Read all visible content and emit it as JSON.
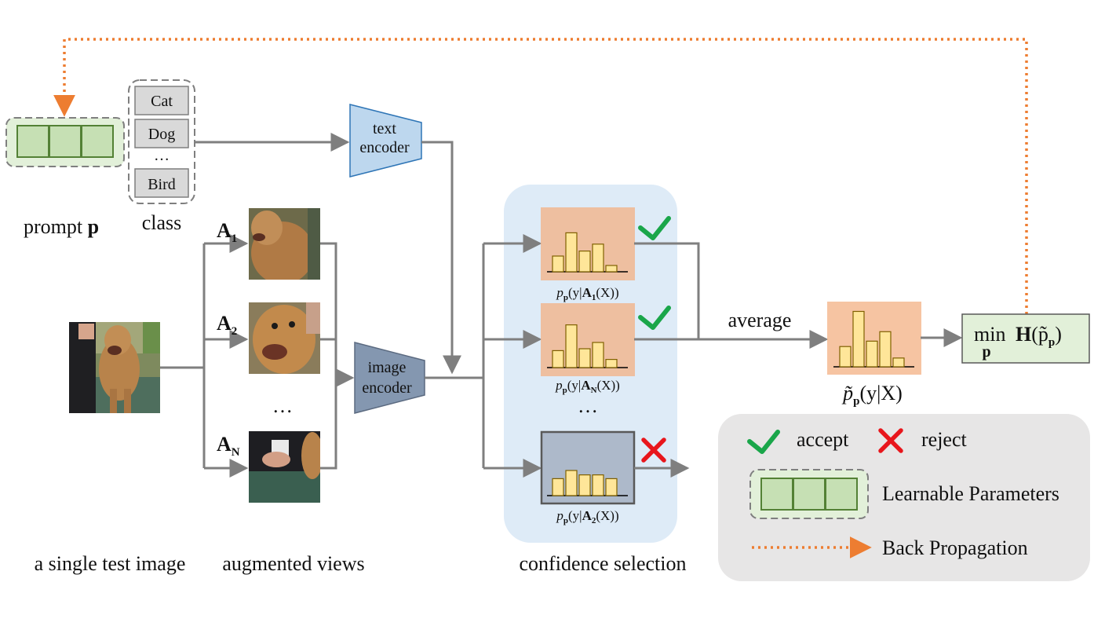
{
  "prompt": {
    "label": "prompt",
    "symbol": "p"
  },
  "class_box": {
    "label": "class",
    "items": [
      "Cat",
      "Dog",
      "…",
      "Bird"
    ]
  },
  "text_encoder": {
    "line1": "text",
    "line2": "encoder"
  },
  "image_encoder": {
    "line1": "image",
    "line2": "encoder"
  },
  "test_image_label": "a single test image",
  "augmented_label": "augmented views",
  "aug_labels": [
    {
      "base": "A",
      "sub": "1"
    },
    {
      "base": "A",
      "sub": "2"
    },
    {
      "base": "A",
      "sub": "N"
    }
  ],
  "aug_ellipsis": "…",
  "selection_label": "confidence selection",
  "selection_ellipsis": "…",
  "hist_captions": [
    {
      "pre": "p",
      "psub": "p",
      "mid": "(y|",
      "A": "A",
      "Asub": "1",
      "post": "(X))"
    },
    {
      "pre": "p",
      "psub": "p",
      "mid": "(y|",
      "A": "A",
      "Asub": "N",
      "post": "(X))"
    },
    {
      "pre": "p",
      "psub": "p",
      "mid": "(y|",
      "A": "A",
      "Asub": "2",
      "post": "(X))"
    }
  ],
  "average_label": "average",
  "avg_caption": {
    "p": "p̃",
    "psub": "p",
    "rest": "(y|X)"
  },
  "objective": {
    "min": "min",
    "under": "p",
    "H": "H",
    "arg": "(p̃",
    "argsub": "p",
    "close": ")"
  },
  "legend": {
    "accept": "accept",
    "reject": "reject",
    "learnable": "Learnable Parameters",
    "backprop": "Back Propagation"
  },
  "colors": {
    "accent_orange": "#ED7D31",
    "accept_green": "#1AA64A",
    "reject_red": "#E8161C",
    "param_green": "#C6E0B4",
    "param_border": "#538135",
    "text_encoder_fill": "#BDD7EE",
    "image_encoder_fill": "#8497B0",
    "histogram_fill": "#F8CBAD",
    "bar_fill": "#FFE699",
    "rejected_fill": "#ADB9CA",
    "selection_bg": "#DEEBF7",
    "legend_bg": "#E7E6E6",
    "objective_fill": "#E2F0D9"
  },
  "histograms": {
    "accepted_1": [
      0.25,
      0.62,
      0.33,
      0.44,
      0.1
    ],
    "accepted_N": [
      0.27,
      0.68,
      0.3,
      0.4,
      0.13
    ],
    "rejected_2": [
      0.27,
      0.4,
      0.33,
      0.33,
      0.27
    ],
    "average": [
      0.3,
      0.82,
      0.38,
      0.52,
      0.13
    ]
  }
}
